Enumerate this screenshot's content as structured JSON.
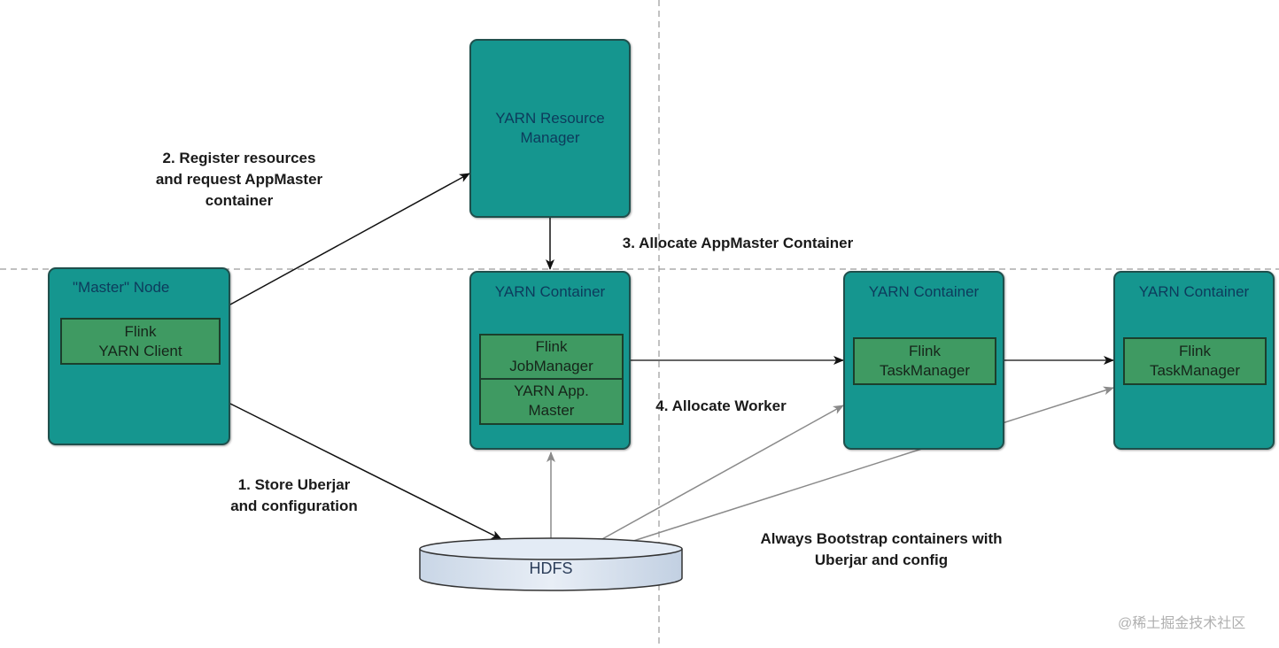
{
  "nodes": {
    "resource_manager": {
      "title": "YARN Resource\nManager"
    },
    "master_node": {
      "title": "\"Master\" Node",
      "inner": "Flink\nYARN Client"
    },
    "appmaster_container": {
      "title": "YARN Container",
      "inner_top": "Flink\nJobManager",
      "inner_bottom": "YARN App.\nMaster"
    },
    "worker_container_1": {
      "title": "YARN Container",
      "inner": "Flink\nTaskManager"
    },
    "worker_container_2": {
      "title": "YARN Container",
      "inner": "Flink\nTaskManager"
    },
    "hdfs": {
      "label": "HDFS"
    }
  },
  "labels": {
    "step1": "1. Store Uberjar\nand configuration",
    "step2": "2. Register resources\nand request AppMaster\ncontainer",
    "step3": "3. Allocate AppMaster Container",
    "step4": "4. Allocate Worker",
    "bootstrap": "Always Bootstrap containers with\nUberjar and config"
  },
  "watermark": "@稀土掘金技术社区",
  "colors": {
    "node_fill": "#15968f",
    "inner_fill": "#3f9a62",
    "arrow_black": "#1a1a1a",
    "arrow_gray": "#8a8a8a",
    "hdfs_fill": "#d5e0ee"
  }
}
